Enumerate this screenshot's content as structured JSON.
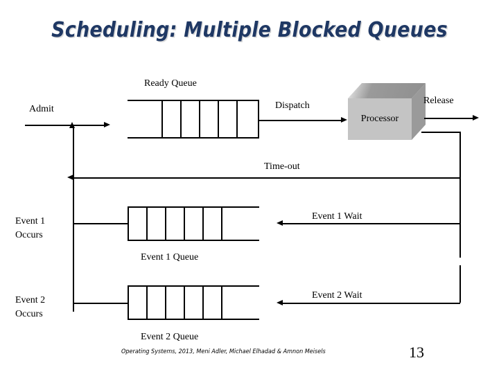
{
  "slide": {
    "title": "Scheduling: Multiple Blocked Queues",
    "title_color": "#1F3864",
    "background_color": "#FFFFFF",
    "page_number": "13",
    "footer": "Operating Systems,  2013, Meni Adler, Michael Elhadad &  Amnon Meisels"
  },
  "diagram": {
    "line_color": "#000000",
    "labels": {
      "ready_queue": "Ready Queue",
      "admit": "Admit",
      "dispatch": "Dispatch",
      "release": "Release",
      "processor": "Processor",
      "timeout": "Time-out",
      "event1_occurs_line1": "Event 1",
      "event1_occurs_line2": "Occurs",
      "event1_wait": "Event  1 Wait",
      "event1_queue": "Event 1 Queue",
      "event2_occurs_line1": "Event 2",
      "event2_occurs_line2": "Occurs",
      "event2_wait": "Event  2 Wait",
      "event2_queue": "Event 2 Queue"
    },
    "processor_colors": {
      "front": "#C4C4C4",
      "top": "#8F8F8F",
      "side": "#9A9A9A"
    },
    "queues": [
      {
        "name": "ready-queue",
        "label": "Ready Queue",
        "cells": 6
      },
      {
        "name": "event1-queue",
        "label": "Event 1 Queue",
        "cells": 6
      },
      {
        "name": "event2-queue",
        "label": "Event 2 Queue",
        "cells": 6
      }
    ],
    "flows": [
      {
        "name": "admit-flow",
        "label": "Admit",
        "direction": "right"
      },
      {
        "name": "dispatch-flow",
        "label": "Dispatch",
        "direction": "right"
      },
      {
        "name": "release-flow",
        "label": "Release",
        "direction": "right"
      },
      {
        "name": "timeout-flow",
        "label": "Time-out",
        "direction": "left"
      },
      {
        "name": "event1-wait-flow",
        "label": "Event  1 Wait",
        "direction": "left"
      },
      {
        "name": "event2-wait-flow",
        "label": "Event  2 Wait",
        "direction": "left"
      }
    ]
  }
}
